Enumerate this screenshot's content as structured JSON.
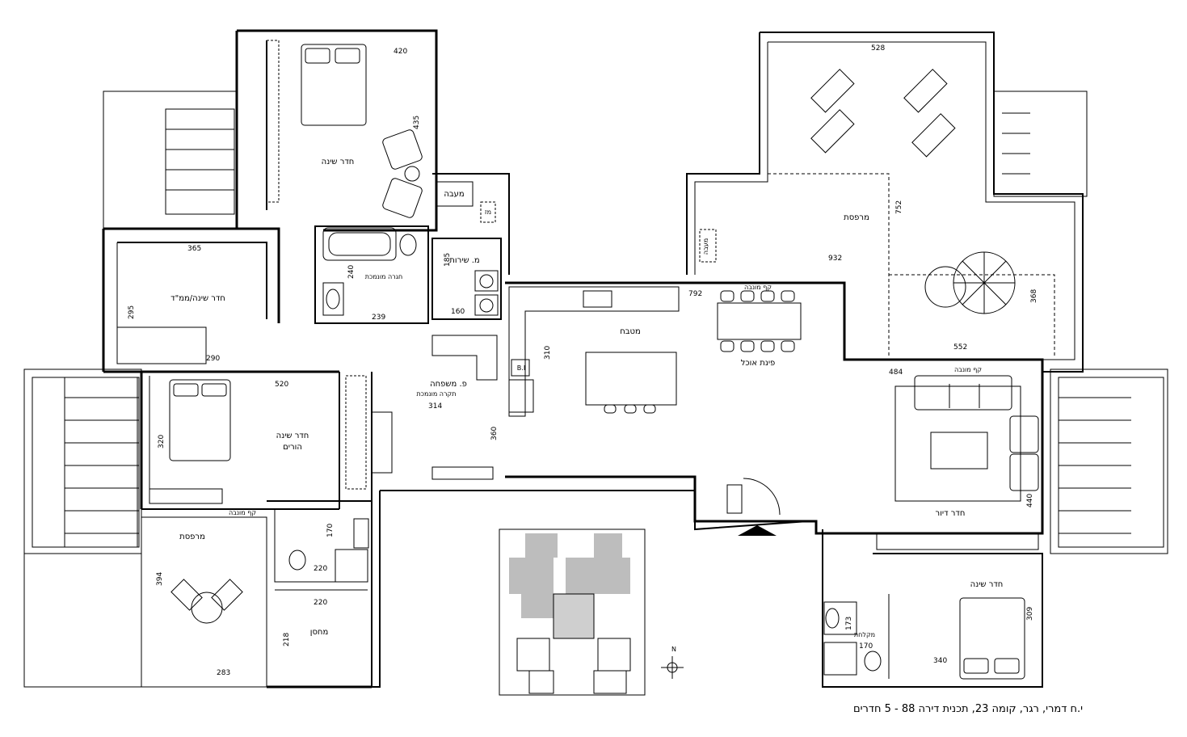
{
  "caption": "י.ח דמרי, רגר, קומה 23, תכנית דירה 88 - 5 חדרים",
  "rooms": {
    "bedroom_top": "חדר שינה",
    "bedroom_mamad": "חדר שינה/ממ\"ד",
    "laundry": "מעבה",
    "ac_small": "מז",
    "service_room": "מ. שירות",
    "bath_top": "חגרה מונמכת",
    "kitchen": "מטבח",
    "dining": "פינת אוכל",
    "suspended_ceiling_top": "קף מונבה",
    "balcony_big": "מרפסת",
    "laundry_balcony": "מעבה",
    "family_room": "פ. משפחה",
    "family_room_sub": "תקרה מונמכת",
    "parents_bedroom_1": "חדר שינה",
    "parents_bedroom_2": "הורים",
    "living_room": "חדר דיור",
    "living_ceiling": "קף מונבה",
    "sukkah": "מרפסת",
    "sukkah_ceiling": "קף מונבה",
    "storage": "מחסן",
    "bedroom_br": "חדר שינה",
    "shower_br": "מקלחת",
    "bi": "B.I"
  },
  "dims": {
    "d420": "420",
    "d435": "435",
    "d365": "365",
    "d295": "295",
    "d290": "290",
    "d240": "240",
    "d239": "239",
    "d185": "185",
    "d160": "160",
    "d528": "528",
    "d752": "752",
    "d932": "932",
    "d368": "368",
    "d552": "552",
    "d792": "792",
    "d310": "310",
    "d484": "484",
    "d440": "440",
    "d520": "520",
    "d320": "320",
    "d314": "314",
    "d360": "360",
    "d170a": "170",
    "d220a": "220",
    "d220b": "220",
    "d218": "218",
    "d394": "394",
    "d283": "283",
    "d173": "173",
    "d170b": "170",
    "d309": "309",
    "d340": "340"
  }
}
